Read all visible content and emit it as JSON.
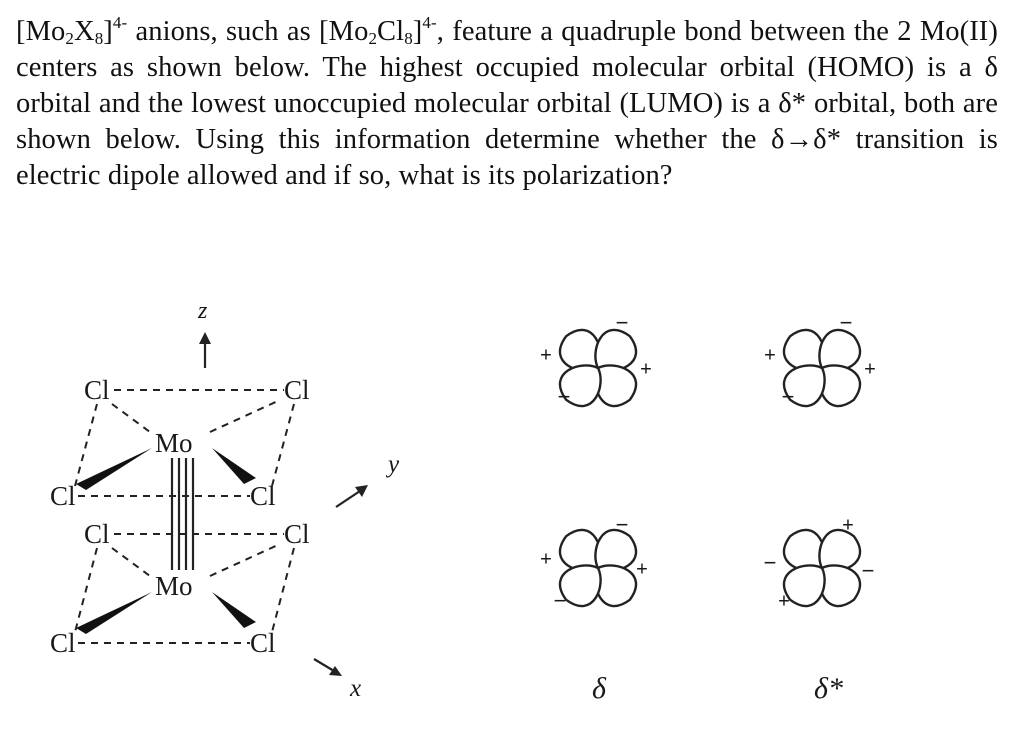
{
  "question": {
    "line1_a": "[Mo",
    "line1_sub1": "2",
    "line1_b": "X",
    "line1_sub2": "8",
    "line1_c": "]",
    "line1_sup1": "4-",
    "line1_d": " anions, such as [Mo",
    "line1_sub3": "2",
    "line1_e": "Cl",
    "line1_sub4": "8",
    "line1_f": "]",
    "line1_sup2": "4-",
    "line1_g": ", feature a quadruple bond between the 2 Mo(II) centers as shown below. The highest occupied molecular orbital (HOMO) is a δ orbital and the lowest unoccupied molecular orbital (LUMO) is a δ* orbital, both are shown below. Using this information determine whether the δ→δ* transition is electric dipole allowed and if so, what is its polarization?"
  },
  "figure": {
    "axis_z": "z",
    "axis_y": "y",
    "axis_x": "x",
    "atom_mo": "Mo",
    "atom_cl": "Cl",
    "sign_plus": "+",
    "sign_minus": "−",
    "label_delta": "δ",
    "label_delta_star": "δ*"
  }
}
